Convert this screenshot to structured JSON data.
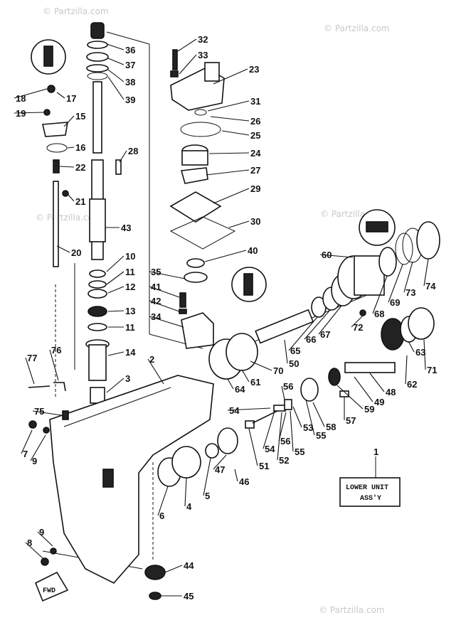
{
  "watermark": "© Partzilla.com",
  "box": {
    "line1": "LOWER UNIT",
    "line2": "ASS'Y",
    "ref": "1"
  },
  "logo": "FWD",
  "callouts": [
    {
      "id": "c36",
      "n": "36"
    },
    {
      "id": "c37",
      "n": "37"
    },
    {
      "id": "c38",
      "n": "38"
    },
    {
      "id": "c39",
      "n": "39"
    },
    {
      "id": "c32",
      "n": "32"
    },
    {
      "id": "c33",
      "n": "33"
    },
    {
      "id": "c23",
      "n": "23"
    },
    {
      "id": "c31",
      "n": "31"
    },
    {
      "id": "c26",
      "n": "26"
    },
    {
      "id": "c25",
      "n": "25"
    },
    {
      "id": "c24",
      "n": "24"
    },
    {
      "id": "c27",
      "n": "27"
    },
    {
      "id": "c29",
      "n": "29"
    },
    {
      "id": "c30",
      "n": "30"
    },
    {
      "id": "c40",
      "n": "40"
    },
    {
      "id": "c35",
      "n": "35"
    },
    {
      "id": "c41",
      "n": "41"
    },
    {
      "id": "c42",
      "n": "42"
    },
    {
      "id": "c34",
      "n": "34"
    },
    {
      "id": "c18",
      "n": "18"
    },
    {
      "id": "c17",
      "n": "17"
    },
    {
      "id": "c19",
      "n": "19"
    },
    {
      "id": "c15",
      "n": "15"
    },
    {
      "id": "c16",
      "n": "16"
    },
    {
      "id": "c22",
      "n": "22"
    },
    {
      "id": "c28",
      "n": "28"
    },
    {
      "id": "c21",
      "n": "21"
    },
    {
      "id": "c43",
      "n": "43"
    },
    {
      "id": "c20",
      "n": "20"
    },
    {
      "id": "c10",
      "n": "10"
    },
    {
      "id": "c11a",
      "n": "11"
    },
    {
      "id": "c12",
      "n": "12"
    },
    {
      "id": "c13",
      "n": "13"
    },
    {
      "id": "c11b",
      "n": "11"
    },
    {
      "id": "c14",
      "n": "14"
    },
    {
      "id": "c3",
      "n": "3"
    },
    {
      "id": "c2",
      "n": "2"
    },
    {
      "id": "c77",
      "n": "77"
    },
    {
      "id": "c76",
      "n": "76"
    },
    {
      "id": "c75",
      "n": "75"
    },
    {
      "id": "c7",
      "n": "7"
    },
    {
      "id": "c9a",
      "n": "9"
    },
    {
      "id": "c9b",
      "n": "9"
    },
    {
      "id": "c8",
      "n": "8"
    },
    {
      "id": "c6",
      "n": "6"
    },
    {
      "id": "c4",
      "n": "4"
    },
    {
      "id": "c5",
      "n": "5"
    },
    {
      "id": "c47",
      "n": "47"
    },
    {
      "id": "c46",
      "n": "46"
    },
    {
      "id": "c44",
      "n": "44"
    },
    {
      "id": "c45",
      "n": "45"
    },
    {
      "id": "c51",
      "n": "51"
    },
    {
      "id": "c54a",
      "n": "54"
    },
    {
      "id": "c54b",
      "n": "54"
    },
    {
      "id": "c52",
      "n": "52"
    },
    {
      "id": "c56a",
      "n": "56"
    },
    {
      "id": "c56b",
      "n": "56"
    },
    {
      "id": "c55a",
      "n": "55"
    },
    {
      "id": "c55b",
      "n": "55"
    },
    {
      "id": "c53",
      "n": "53"
    },
    {
      "id": "c58",
      "n": "58"
    },
    {
      "id": "c57",
      "n": "57"
    },
    {
      "id": "c59",
      "n": "59"
    },
    {
      "id": "c49",
      "n": "49"
    },
    {
      "id": "c48",
      "n": "48"
    },
    {
      "id": "c62",
      "n": "62"
    },
    {
      "id": "c63",
      "n": "63"
    },
    {
      "id": "c71",
      "n": "71"
    },
    {
      "id": "c64",
      "n": "64"
    },
    {
      "id": "c61",
      "n": "61"
    },
    {
      "id": "c70",
      "n": "70"
    },
    {
      "id": "c50",
      "n": "50"
    },
    {
      "id": "c65",
      "n": "65"
    },
    {
      "id": "c66",
      "n": "66"
    },
    {
      "id": "c67",
      "n": "67"
    },
    {
      "id": "c72",
      "n": "72"
    },
    {
      "id": "c60",
      "n": "60"
    },
    {
      "id": "c68",
      "n": "68"
    },
    {
      "id": "c69",
      "n": "69"
    },
    {
      "id": "c73",
      "n": "73"
    },
    {
      "id": "c74",
      "n": "74"
    }
  ]
}
